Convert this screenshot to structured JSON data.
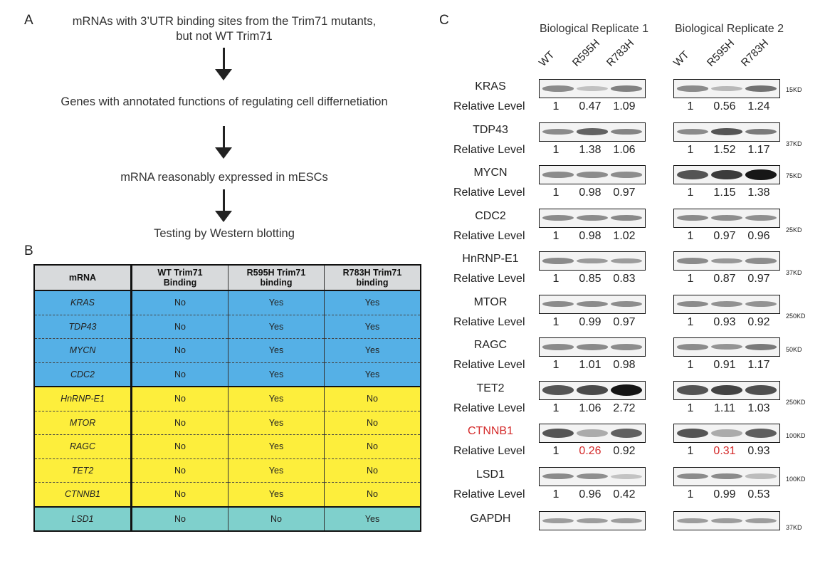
{
  "panel_a": {
    "letter": "A",
    "steps": [
      "mRNAs with 3’UTR binding sites from the Trim71 mutants,",
      "but not WT Trim71",
      "Genes with annotated functions of regulating cell differnetiation",
      "mRNA reasonably expressed in mESCs",
      "Testing by Western blotting"
    ]
  },
  "panel_b": {
    "letter": "B",
    "headers": [
      "mRNA",
      "WT Trim71\nBinding",
      "R595H Trim71\nbinding",
      "R783H Trim71\nbinding"
    ],
    "rows": [
      {
        "gene": "KRAS",
        "wt": "No",
        "r595": "Yes",
        "r783": "Yes",
        "group": "blue"
      },
      {
        "gene": "TDP43",
        "wt": "No",
        "r595": "Yes",
        "r783": "Yes",
        "group": "blue"
      },
      {
        "gene": "MYCN",
        "wt": "No",
        "r595": "Yes",
        "r783": "Yes",
        "group": "blue"
      },
      {
        "gene": "CDC2",
        "wt": "No",
        "r595": "Yes",
        "r783": "Yes",
        "group": "blue"
      },
      {
        "gene": "HnRNP-E1",
        "wt": "No",
        "r595": "Yes",
        "r783": "No",
        "group": "yellow"
      },
      {
        "gene": "MTOR",
        "wt": "No",
        "r595": "Yes",
        "r783": "No",
        "group": "yellow"
      },
      {
        "gene": "RAGC",
        "wt": "No",
        "r595": "Yes",
        "r783": "No",
        "group": "yellow"
      },
      {
        "gene": "TET2",
        "wt": "No",
        "r595": "Yes",
        "r783": "No",
        "group": "yellow"
      },
      {
        "gene": "CTNNB1",
        "wt": "No",
        "r595": "Yes",
        "r783": "No",
        "group": "yellow"
      },
      {
        "gene": "LSD1",
        "wt": "No",
        "r595": "No",
        "r783": "Yes",
        "group": "teal"
      }
    ],
    "colors": {
      "blue": "#55b0e6",
      "yellow": "#fdee3c",
      "teal": "#7fd0cc",
      "header": "#d8dadc"
    }
  },
  "panel_c": {
    "letter": "C",
    "replicates": [
      "Biological Replicate 1",
      "Biological Replicate 2"
    ],
    "lanes": [
      "WT",
      "R595H",
      "R783H"
    ],
    "relative_label": "Relative Level",
    "highlight_color": "#d42a2a",
    "proteins": [
      {
        "name": "KRAS",
        "mw": "15KD",
        "rep1": [
          "1",
          "0.47",
          "1.09"
        ],
        "rep2": [
          "1",
          "0.56",
          "1.24"
        ],
        "highlight": false
      },
      {
        "name": "TDP43",
        "mw": "37KD",
        "rep1": [
          "1",
          "1.38",
          "1.06"
        ],
        "rep2": [
          "1",
          "1.52",
          "1.17"
        ],
        "highlight": false
      },
      {
        "name": "MYCN",
        "mw": "75KD",
        "rep1": [
          "1",
          "0.98",
          "0.97"
        ],
        "rep2": [
          "1",
          "1.15",
          "1.38"
        ],
        "highlight": false
      },
      {
        "name": "CDC2",
        "mw": "25KD",
        "rep1": [
          "1",
          "0.98",
          "1.02"
        ],
        "rep2": [
          "1",
          "0.97",
          "0.96"
        ],
        "highlight": false
      },
      {
        "name": "HnRNP-E1",
        "mw": "37KD",
        "rep1": [
          "1",
          "0.85",
          "0.83"
        ],
        "rep2": [
          "1",
          "0.87",
          "0.97"
        ],
        "highlight": false
      },
      {
        "name": "MTOR",
        "mw": "250KD",
        "rep1": [
          "1",
          "0.99",
          "0.97"
        ],
        "rep2": [
          "1",
          "0.93",
          "0.92"
        ],
        "highlight": false
      },
      {
        "name": "RAGC",
        "mw": "50KD",
        "rep1": [
          "1",
          "1.01",
          "0.98"
        ],
        "rep2": [
          "1",
          "0.91",
          "1.17"
        ],
        "highlight": false
      },
      {
        "name": "TET2",
        "mw": "250KD",
        "rep1": [
          "1",
          "1.06",
          "2.72"
        ],
        "rep2": [
          "1",
          "1.11",
          "1.03"
        ],
        "highlight": false
      },
      {
        "name": "CTNNB1",
        "mw": "100KD",
        "rep1": [
          "1",
          "0.26",
          "0.92"
        ],
        "rep2": [
          "1",
          "0.31",
          "0.93"
        ],
        "highlight": true
      },
      {
        "name": "LSD1",
        "mw": "100KD",
        "rep1": [
          "1",
          "0.96",
          "0.42"
        ],
        "rep2": [
          "1",
          "0.99",
          "0.53"
        ],
        "highlight": false
      }
    ],
    "loading_control": {
      "name": "GAPDH",
      "mw": "37KD"
    }
  }
}
